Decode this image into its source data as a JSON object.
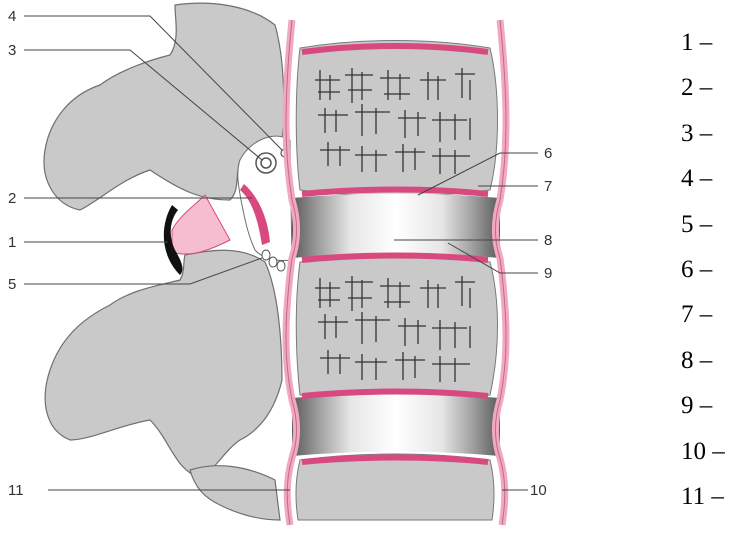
{
  "diagram": {
    "callouts": [
      {
        "id": "4",
        "text": "4"
      },
      {
        "id": "3",
        "text": "3"
      },
      {
        "id": "2",
        "text": "2"
      },
      {
        "id": "1",
        "text": "1"
      },
      {
        "id": "5",
        "text": "5"
      },
      {
        "id": "6",
        "text": "6"
      },
      {
        "id": "7",
        "text": "7"
      },
      {
        "id": "8",
        "text": "8"
      },
      {
        "id": "9",
        "text": "9"
      },
      {
        "id": "11",
        "text": "11"
      },
      {
        "id": "10",
        "text": "10"
      }
    ],
    "colors": {
      "bone": "#c9c9c9",
      "bone_outline": "#6f6f6f",
      "ligament": "#f2a8c0",
      "ligament_dark": "#d84a7f",
      "cartilage_black": "#111111",
      "disc_white": "#ffffff",
      "disc_gray": "#555555"
    }
  },
  "legend": {
    "items": [
      "1 –",
      "2 –",
      "3 –",
      "4 –",
      "5 –",
      "6 –",
      "7 –",
      "8 –",
      "9 –",
      "10 –",
      "11 –"
    ]
  }
}
